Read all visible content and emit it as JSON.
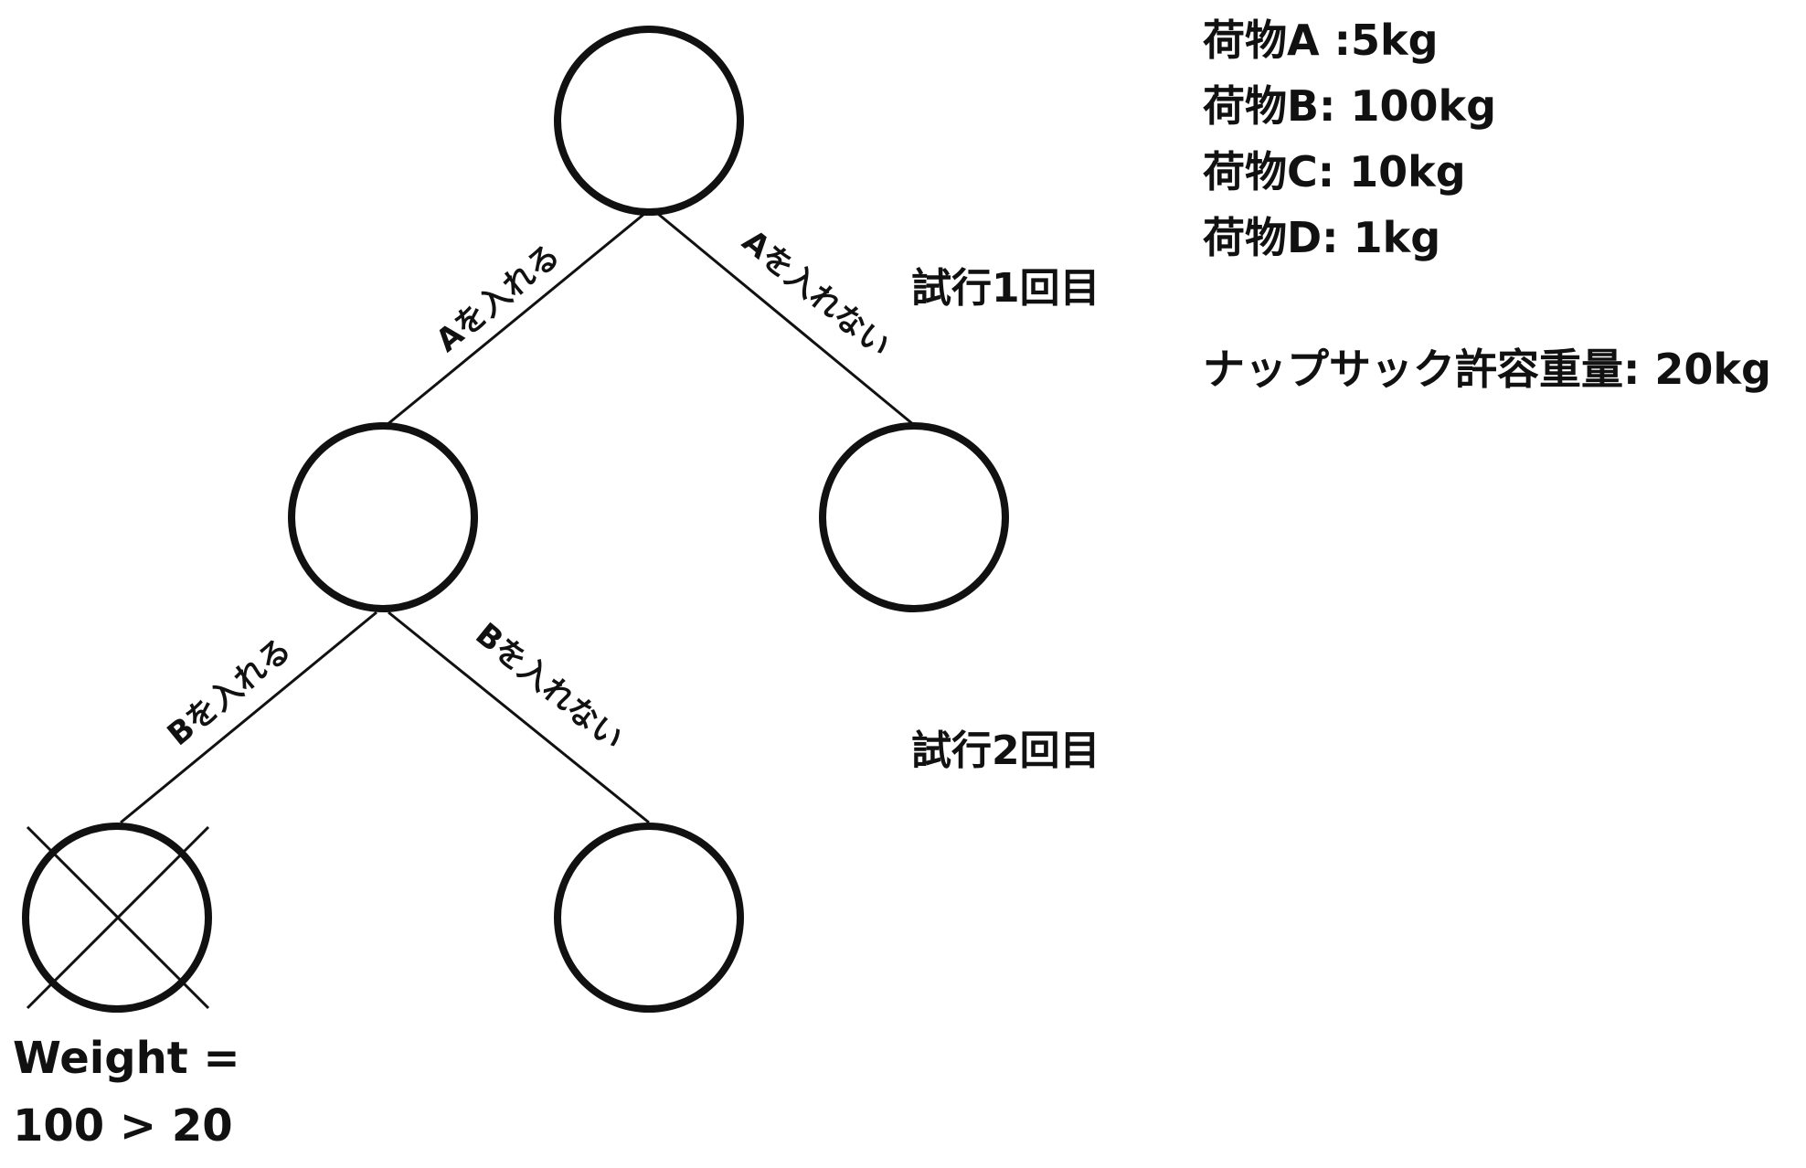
{
  "edges": {
    "put_a": "Aを入れる",
    "skip_a": "Aを入れない",
    "put_b": "Bを入れる",
    "skip_b": "Bを入れない"
  },
  "trials": {
    "first": "試行1回目",
    "second": "試行2回目"
  },
  "items": {
    "a": "荷物A :5kg",
    "b": "荷物B: 100kg",
    "c": "荷物C: 10kg",
    "d": "荷物D: 1kg"
  },
  "capacity": "ナップサック許容重量: 20kg",
  "rejected_note": {
    "line1": "Weight =",
    "line2": "100 > 20"
  },
  "colors": {
    "ink": "#111111",
    "background": "#ffffff"
  }
}
